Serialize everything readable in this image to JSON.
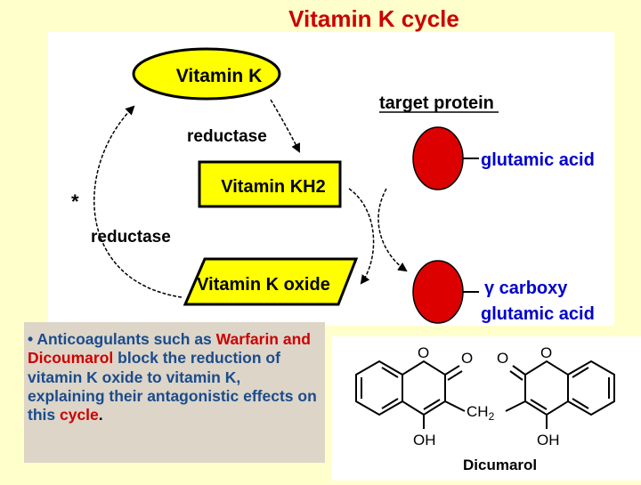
{
  "title": "Vitamin K cycle",
  "diagram": {
    "vitamin_k": "Vitamin K",
    "vitamin_kh2": "Vitamin KH2",
    "vitamin_k_oxide": "Vitamin K oxide",
    "reductase_top": "reductase",
    "reductase_left": "reductase",
    "star": "*",
    "target_protein": "target protein",
    "glutamic_acid": "glutamic acid",
    "gamma_carboxy_1": "γ carboxy",
    "gamma_carboxy_2": "glutamic acid"
  },
  "note": {
    "bullet": "•",
    "part1": " Anticoagulants such as ",
    "drugs": "Warfarin and Dicoumarol",
    "part2": " block the reduction of vitamin K oxide to vitamin K, explaining their antagonistic effects on this ",
    "part3": "cycle",
    "period": "."
  },
  "structure": {
    "o1": "O",
    "o2": "O",
    "o3": "O",
    "o4": "O",
    "ch2": "CH",
    "ch2_sub": "2",
    "oh1": "OH",
    "oh2": "OH",
    "name": "Dicumarol"
  },
  "colors": {
    "title": "#cc0000",
    "box_yellow": "#ffff00",
    "red_ball": "#dd0000",
    "note_bg": "#ddd5c8",
    "note_text": "#1a4c8c",
    "note_drugs": "#cc0000"
  }
}
